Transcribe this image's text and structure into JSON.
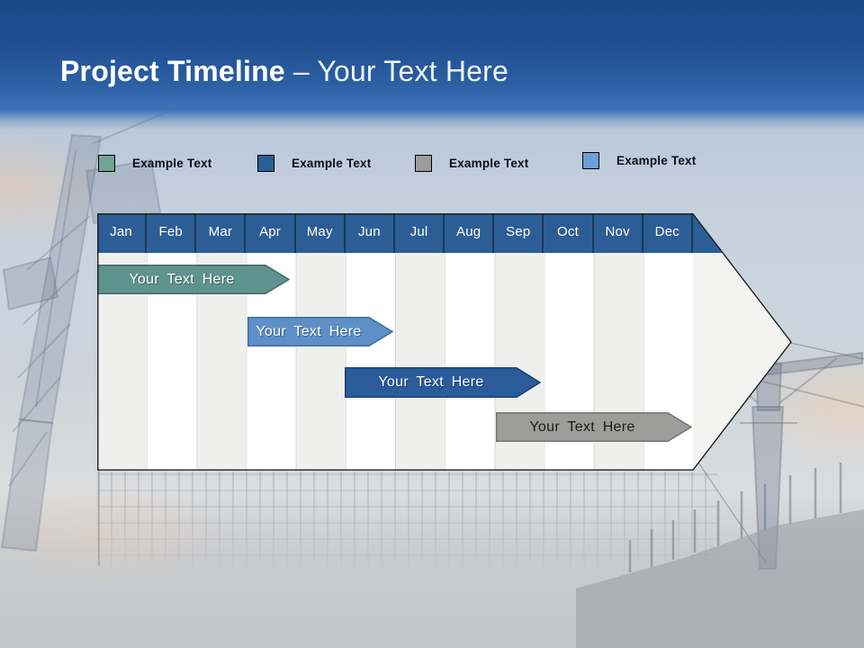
{
  "slide": {
    "title_bold": "Project Timeline",
    "title_rest": "– Your Text Here",
    "header_gradient": [
      "#1c4786",
      "#3f74ba"
    ],
    "background_theme": "construction-cranes-silhouette"
  },
  "legend": {
    "items": [
      {
        "label": "Example Text",
        "color": "#72a396",
        "border": "#4e7c72"
      },
      {
        "label": "Example Text",
        "color": "#2b5f98",
        "border": "#1d4470"
      },
      {
        "label": "Example Text",
        "color": "#9c9c98",
        "border": "#6f6f6b"
      },
      {
        "label": "Example Text",
        "color": "#6ba0d6",
        "border": "#4679ac"
      }
    ]
  },
  "timeline": {
    "months": [
      "Jan",
      "Feb",
      "Mar",
      "Apr",
      "May",
      "Jun",
      "Jul",
      "Aug",
      "Sep",
      "Oct",
      "Nov",
      "Dec"
    ],
    "header_color": "#2c5e95",
    "column_stripe_colors": [
      "#efefed",
      "#ffffff"
    ],
    "arrow_tip_color": "#f3f3f1",
    "bars": [
      {
        "label": "Your Text Here",
        "fill": "#5f938d",
        "border": "#3f6b66",
        "text_color": "#ffffff",
        "start_month": "Jan",
        "end_month": "Apr"
      },
      {
        "label": "Your Text Here",
        "fill": "#5e90c7",
        "border": "#3a6da8",
        "text_color": "#ffffff",
        "start_month": "Apr",
        "end_month": "Jun"
      },
      {
        "label": "Your Text Here",
        "fill": "#2a5c9b",
        "border": "#1d4372",
        "text_color": "#ffffff",
        "start_month": "Jun",
        "end_month": "Sep"
      },
      {
        "label": "Your Text Here",
        "fill": "#9d9d9b",
        "border": "#757573",
        "text_color": "#1a1a1a",
        "start_month": "Sep",
        "end_month": "Dec"
      }
    ]
  }
}
